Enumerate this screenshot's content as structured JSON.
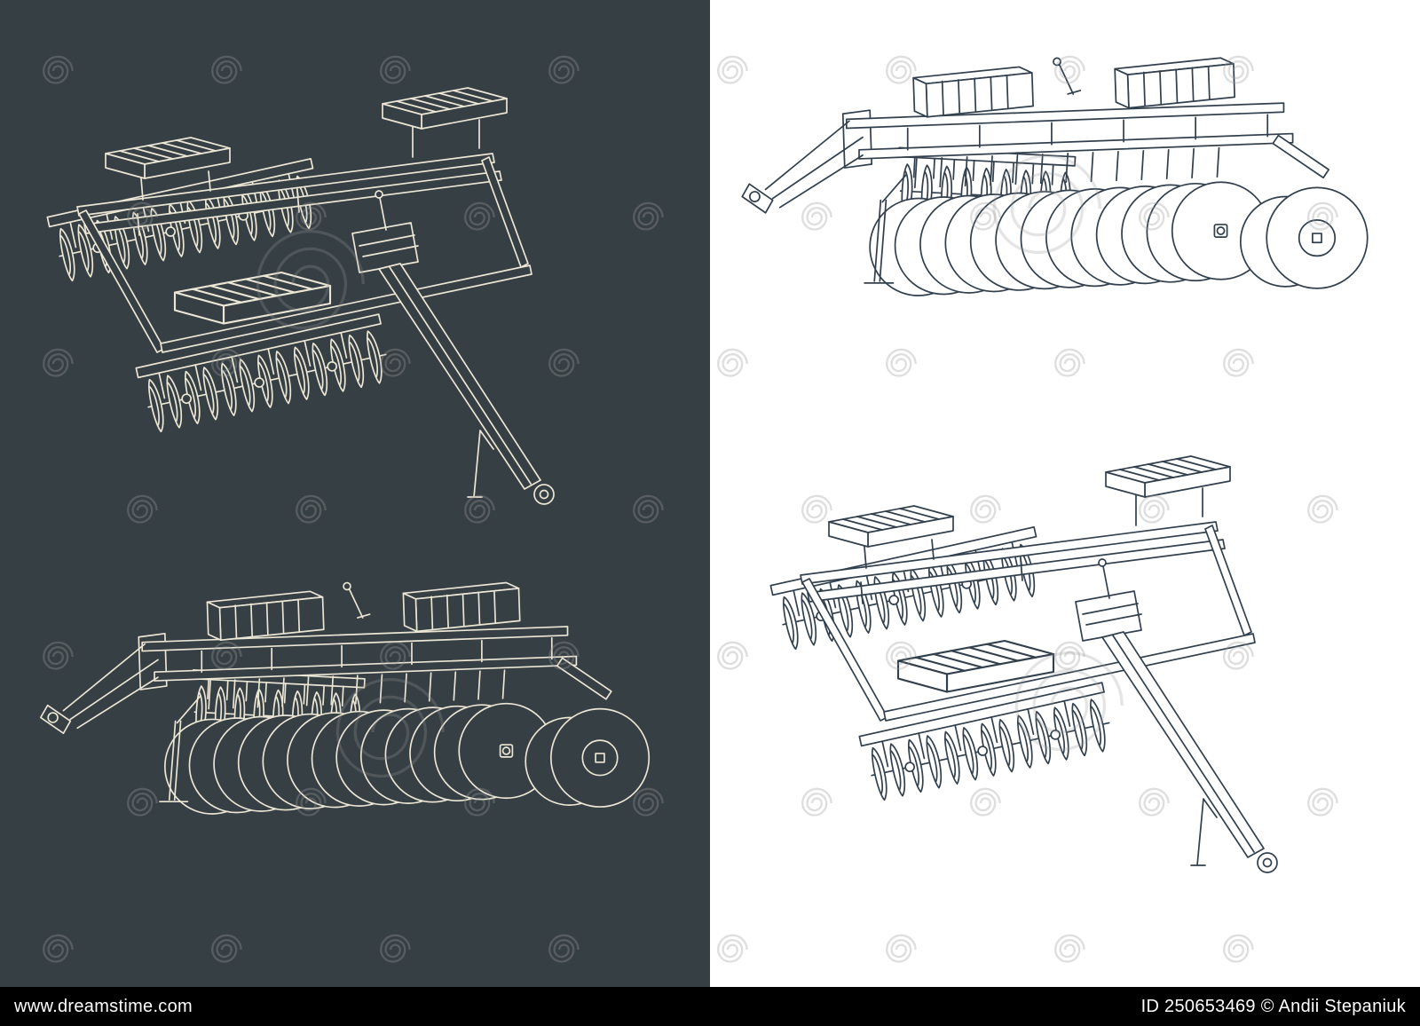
{
  "footer": {
    "site": "www.dreamstime.com",
    "credit": "ID 250653469 © Andii Stepaniuk"
  },
  "watermark": {
    "brand_icon": "dreamstime-spiral-icon"
  },
  "figures": [
    {
      "id": "fig-dark-iso",
      "description": "disc harrow blueprint, isometric view, light lines on dark background"
    },
    {
      "id": "fig-dark-front",
      "description": "disc harrow blueprint, front three-quarter view, light lines on dark background"
    },
    {
      "id": "fig-light-front",
      "description": "disc harrow blueprint, front three-quarter view, dark lines on white background"
    },
    {
      "id": "fig-light-iso",
      "description": "disc harrow blueprint, isometric view, dark lines on white background"
    }
  ],
  "colors": {
    "panel_dark_bg": "#363f43",
    "panel_light_bg": "#ffffff",
    "ink_light": "#ebe6d5",
    "ink_dark": "#32404e",
    "watermark": "#9b9b9b",
    "footer_bg": "#000000",
    "footer_text": "#ffffff"
  }
}
